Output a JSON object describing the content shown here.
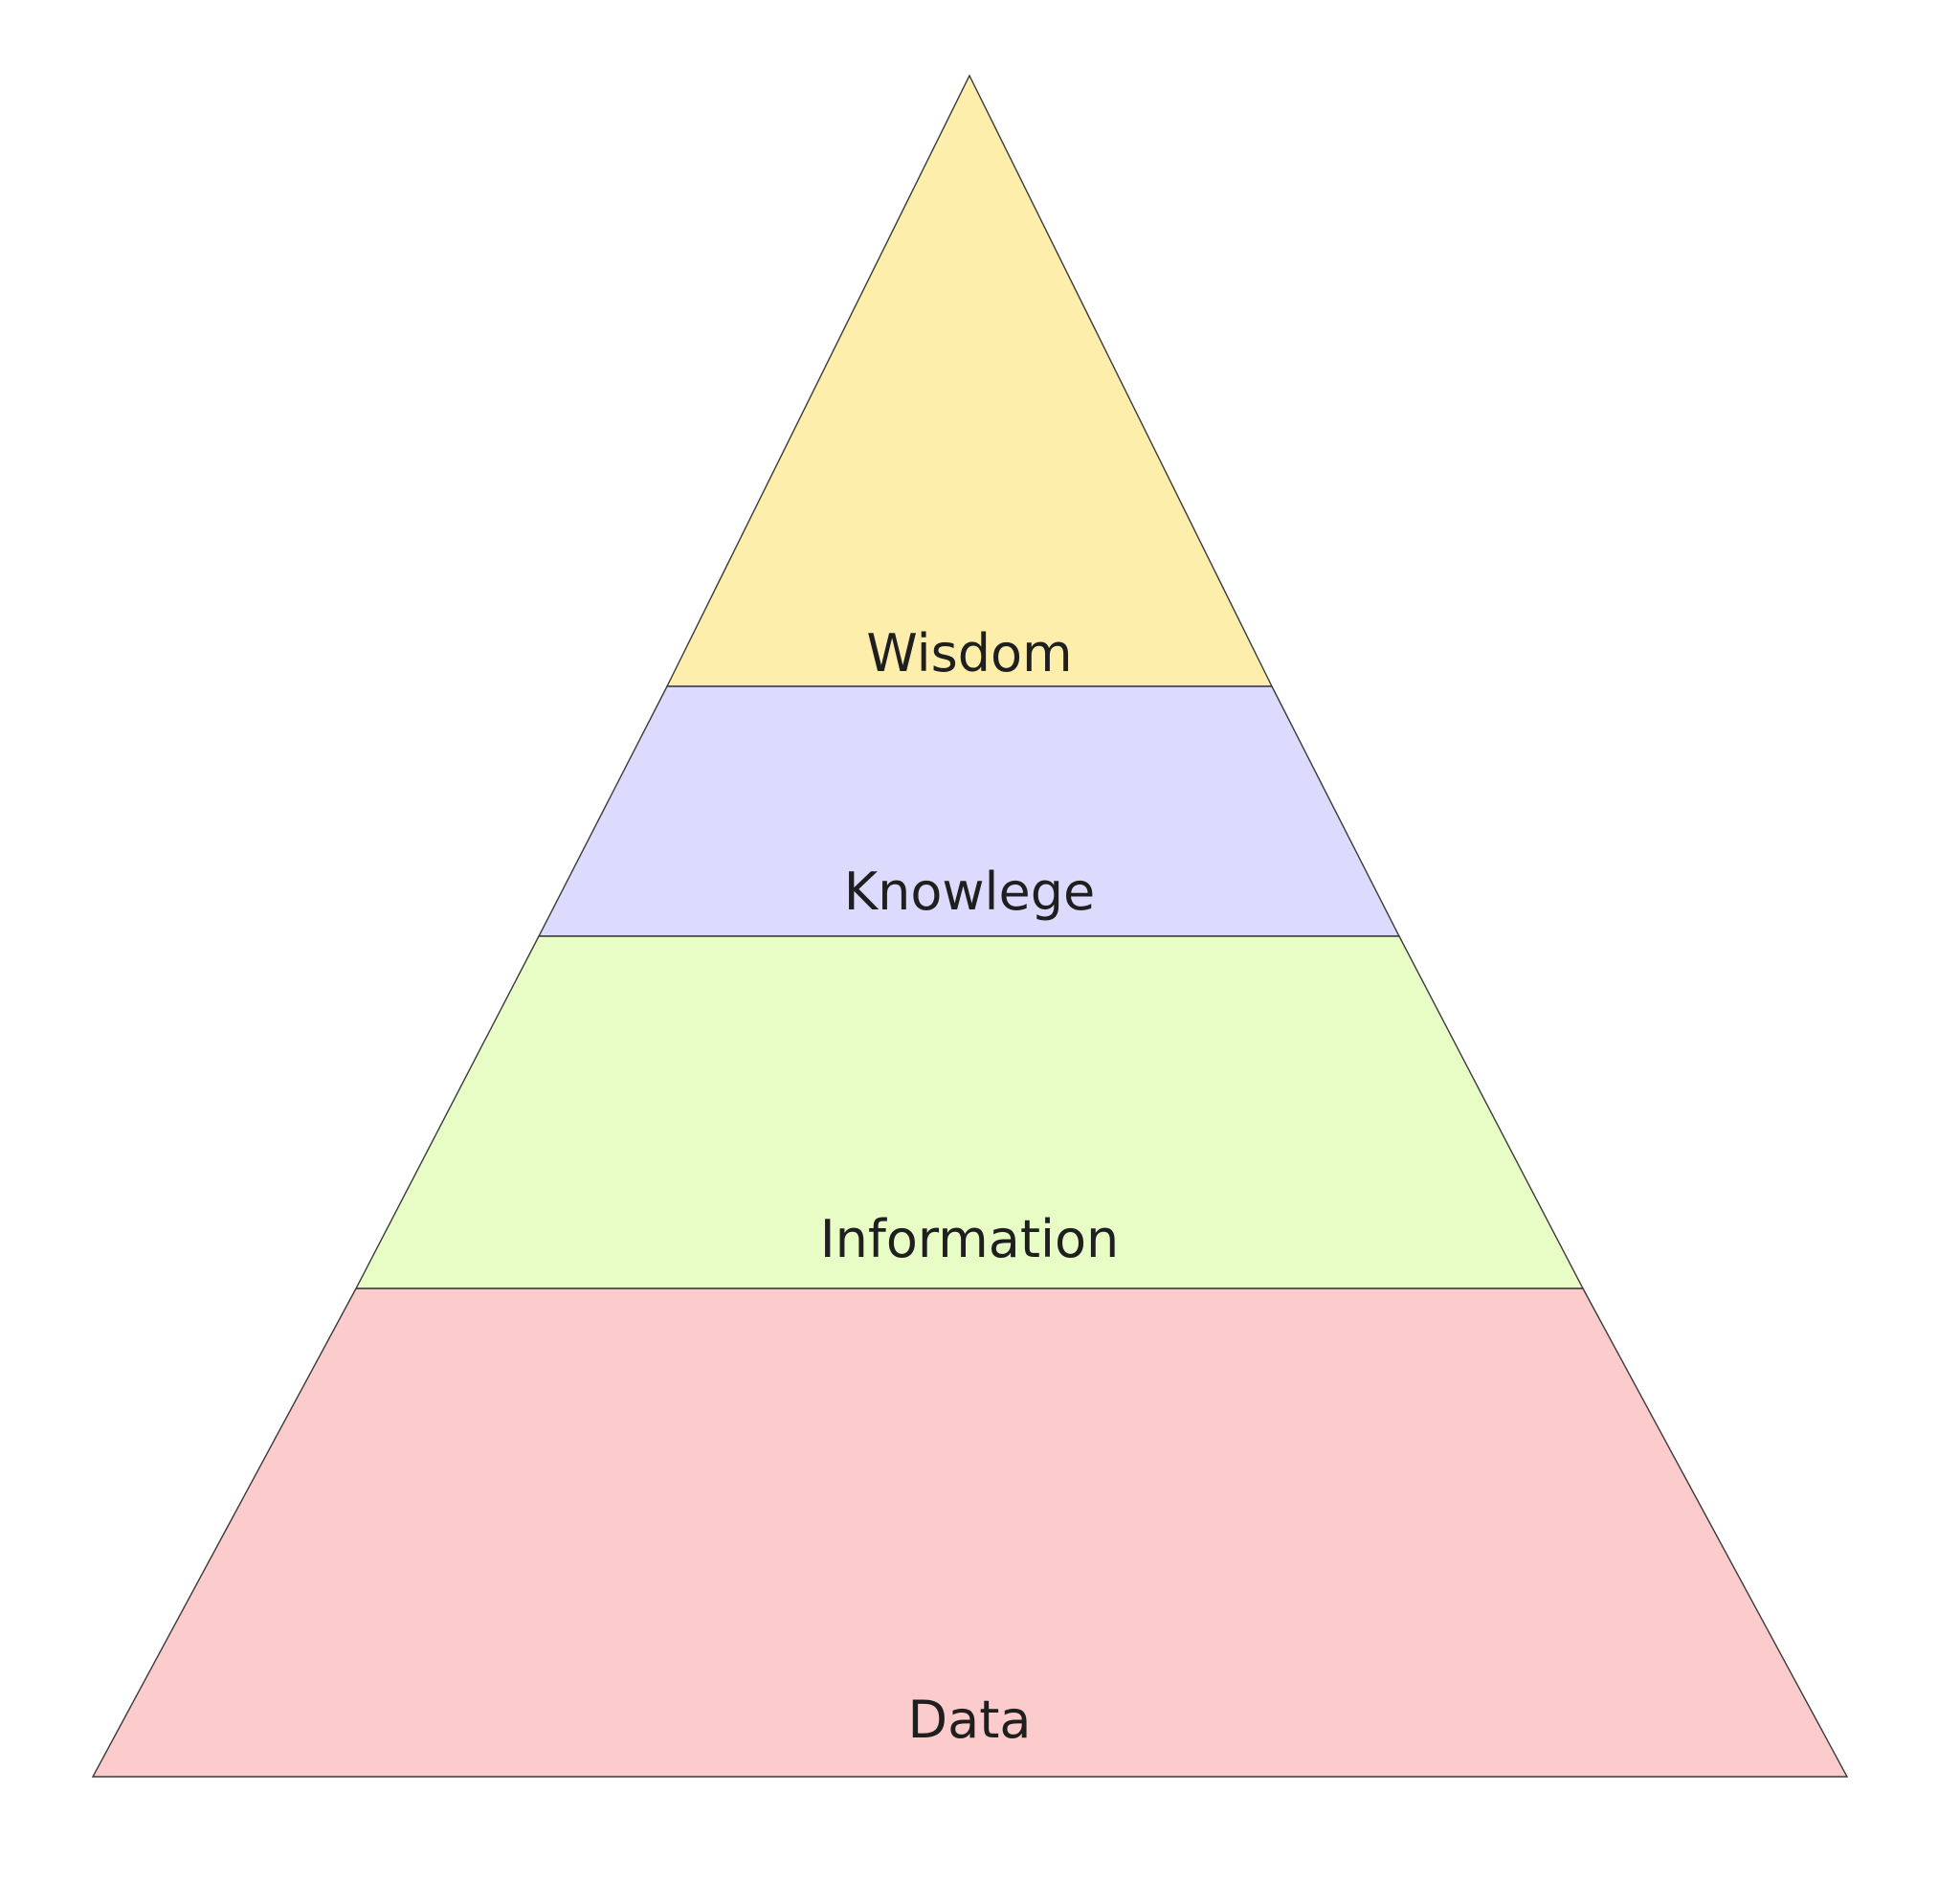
{
  "pyramid": {
    "tiers": [
      {
        "label": "Wisdom",
        "color": "#FDEEAC"
      },
      {
        "label": "Knowlege",
        "color": "#DCDAFD"
      },
      {
        "label": "Information",
        "color": "#E8FDC6"
      },
      {
        "label": "Data",
        "color": "#FCCBCB"
      }
    ]
  }
}
